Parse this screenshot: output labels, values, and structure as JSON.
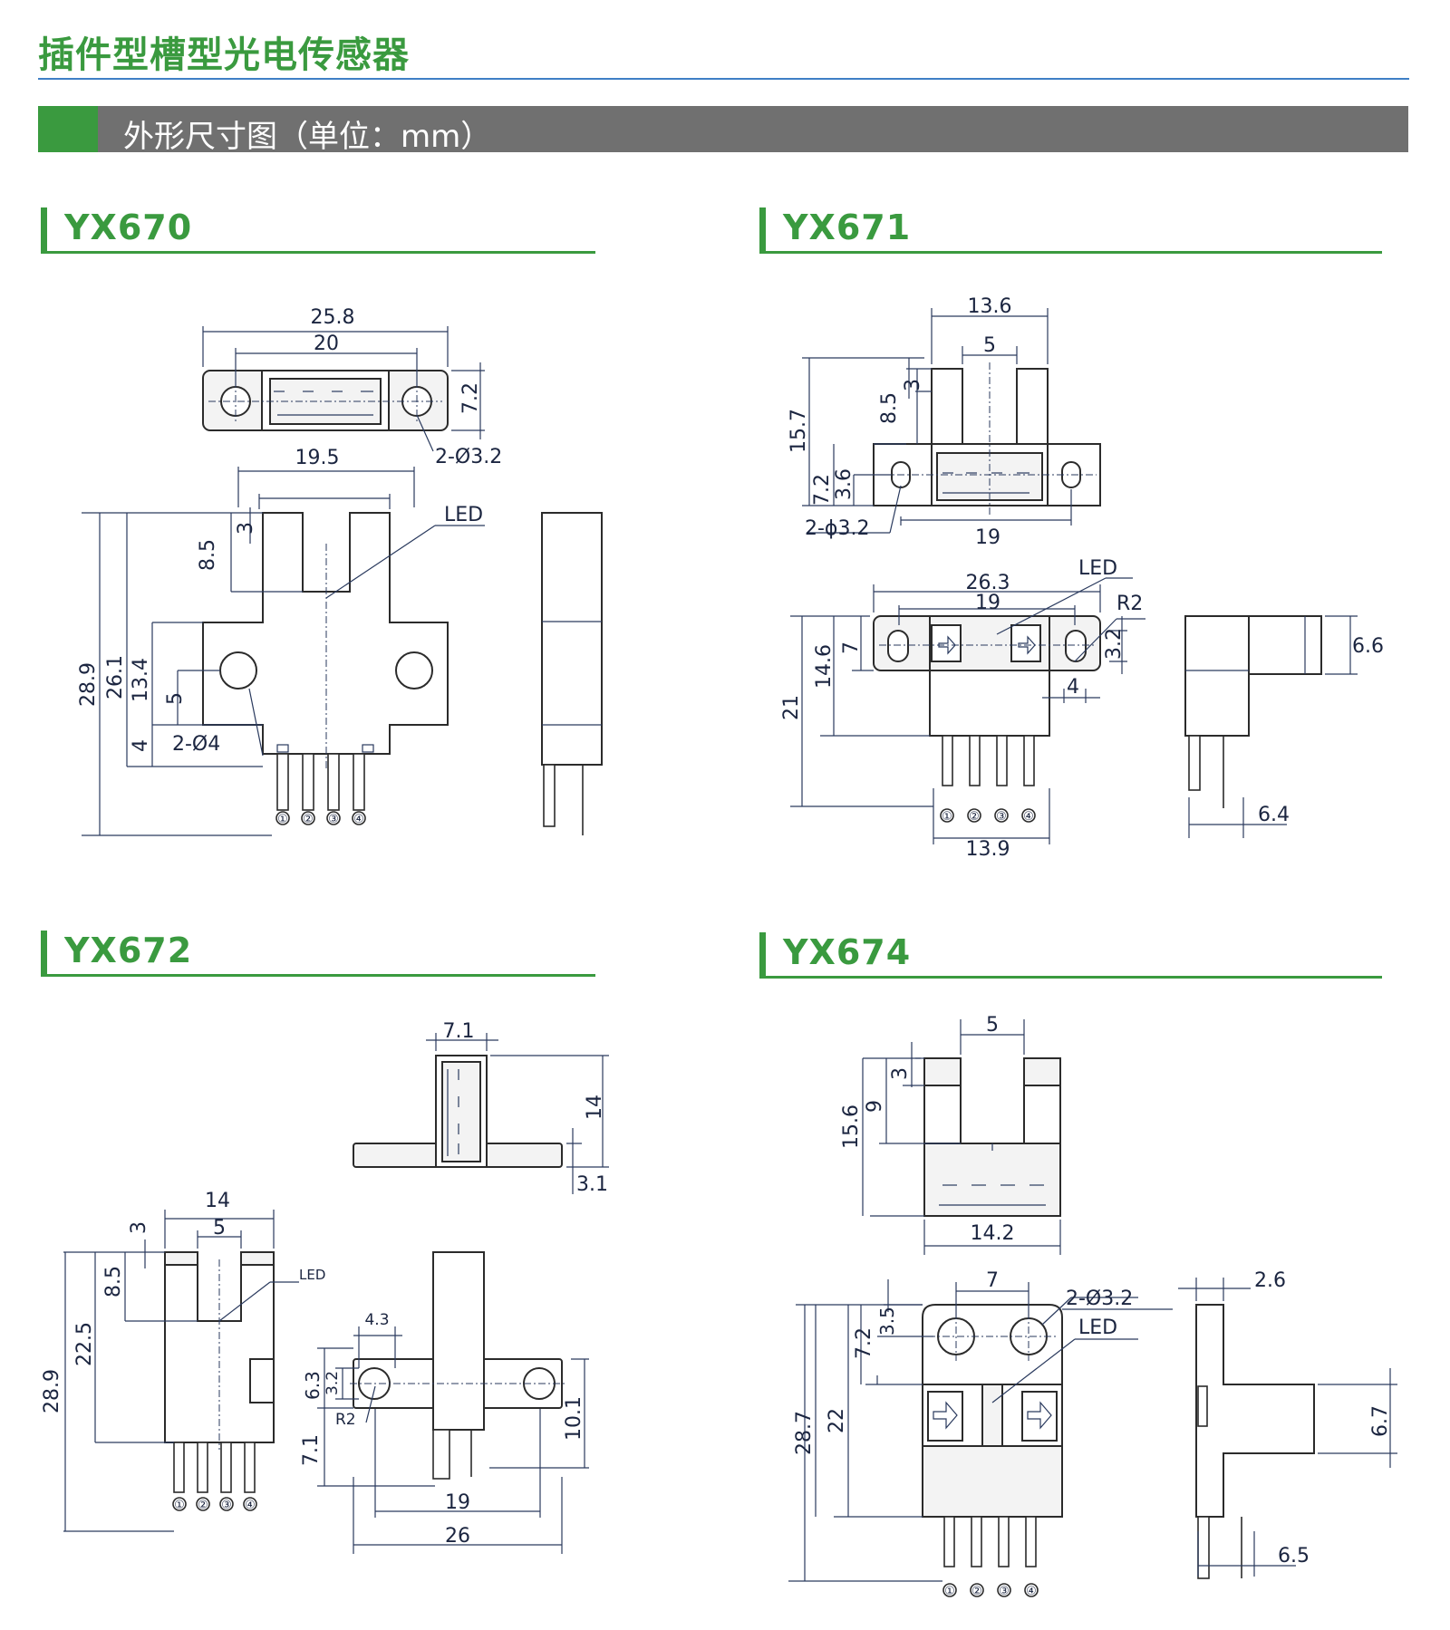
{
  "page": {
    "title": "插件型槽型光电传感器",
    "subtitle": "外形尺寸图（单位：mm）"
  },
  "colors": {
    "accent_green": "#3a9a3f",
    "rule_blue": "#3f7fc6",
    "bar_gray": "#707070"
  },
  "models": {
    "yx670": {
      "name": "YX670",
      "dims": {
        "w_overall": "25.8",
        "w_holes": "20",
        "h_top": "7.2",
        "holes": "2-Ø3.2",
        "w_mid": "19.5",
        "led": "LED",
        "h_total": "28.9",
        "h_body": "26.1",
        "h_slot": "8.5",
        "w_slot": "3",
        "h_flange": "13.4",
        "h_center": "5",
        "h_base": "4",
        "mount_holes": "2-Ø4"
      },
      "pins": [
        "①",
        "②",
        "③",
        "④"
      ]
    },
    "yx671": {
      "name": "YX671",
      "dims": {
        "w_top": "13.6",
        "w_slot": "5",
        "h_slot_w": "3",
        "h_slot": "8.5",
        "h_total": "15.7",
        "h_flange": "7.2",
        "h_center": "3.6",
        "holes": "2-ϕ3.2",
        "w_holes": "19",
        "w_overall": "26.3",
        "w_holes2": "19",
        "led": "LED",
        "radius": "R2",
        "h_hole": "3.2",
        "w_hole": "4",
        "h_a": "7",
        "h_b": "14.6",
        "h_c": "21",
        "w_pins": "13.9",
        "side_h": "6.6",
        "side_w": "6.4"
      },
      "pins": [
        "①",
        "②",
        "③",
        "④"
      ]
    },
    "yx672": {
      "name": "YX672",
      "dims": {
        "w_top": "7.1",
        "h_side": "14",
        "h_base": "3.1",
        "w_body": "14",
        "w_slot": "5",
        "h_slot_w": "3",
        "led": "LED",
        "h_slot": "8.5",
        "h_body": "22.5",
        "h_total": "28.9",
        "w_hole": "4.3",
        "h_a": "6.3",
        "h_b": "3.2",
        "radius": "R2",
        "h_c": "7.1",
        "h_d": "10.1",
        "w_holes": "19",
        "w_overall": "26"
      },
      "pins": [
        "①",
        "②",
        "③",
        "④"
      ]
    },
    "yx674": {
      "name": "YX674",
      "dims": {
        "w_slot": "5",
        "h_slot_w": "3",
        "h_slot": "9",
        "h_total": "15.6",
        "w_body": "14.2",
        "w_holes": "7",
        "holes": "2-Ø3.2",
        "led": "LED",
        "h_a": "3.5",
        "h_b": "7.2",
        "h_c": "22",
        "h_d": "28.7",
        "side_w": "2.6",
        "side_h": "6.7",
        "side_w2": "6.5"
      },
      "pins": [
        "①",
        "②",
        "③",
        "④"
      ]
    }
  }
}
